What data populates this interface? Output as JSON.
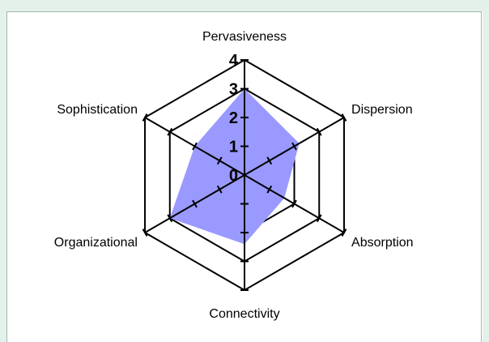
{
  "chart_data": {
    "type": "radar",
    "axes": [
      "Pervasiveness",
      "Dispersion",
      "Absorption",
      "Connectivity",
      "Organizational",
      "Sophistication"
    ],
    "series": [
      {
        "values": [
          3,
          2.2,
          1.6,
          2.4,
          3,
          2
        ]
      }
    ],
    "rlim": [
      0,
      4
    ],
    "ticks": [
      0,
      1,
      2,
      3,
      4
    ],
    "colors": {
      "fill": "#9999ff",
      "grid": "#000000"
    }
  }
}
